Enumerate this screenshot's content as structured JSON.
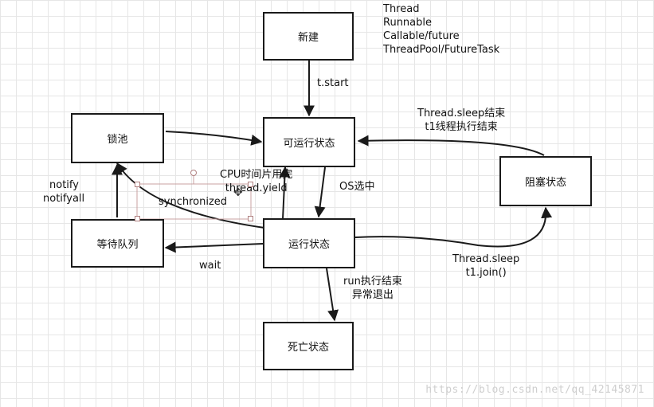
{
  "nodes": {
    "new": "新建",
    "runnable": "可运行状态",
    "running": "运行状态",
    "dead": "死亡状态",
    "blocked": "阻塞状态",
    "lock_pool": "锁池",
    "wait_queue": "等待队列"
  },
  "labels": {
    "creation_methods": [
      "Thread",
      "Runnable",
      "Callable/future",
      "ThreadPool/FutureTask"
    ],
    "t_start": "t.start",
    "sleep_end": [
      "Thread.sleep结束",
      "t1线程执行结束"
    ],
    "os_select": "OS选中",
    "cpu_yield": [
      "CPU时间片用完",
      "thread.yield"
    ],
    "synchronized": "synchronized",
    "notify": [
      "notify",
      "notifyall"
    ],
    "wait": "wait",
    "sleep_join": [
      "Thread.sleep",
      "t1.join()"
    ],
    "run_end": [
      "run执行结束",
      "异常退出"
    ]
  },
  "watermark": "https://blog.csdn.net/qq_42145871",
  "icons": {
    "move": "move-cursor-icon"
  }
}
